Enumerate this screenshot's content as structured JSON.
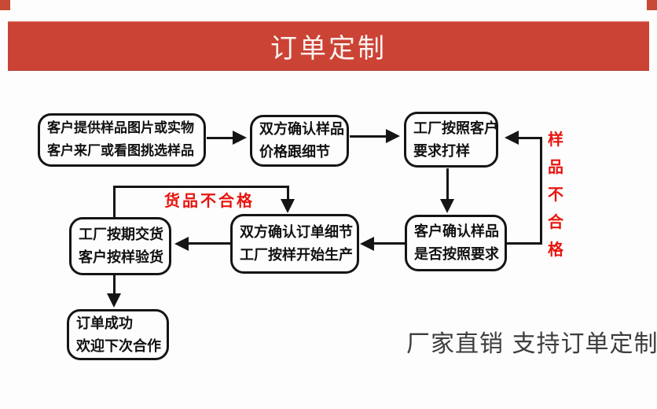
{
  "banner": {
    "title": "订单定制"
  },
  "flowchart": {
    "nodes": [
      {
        "line1": "客户提供样品图片或实物",
        "line2": "客户来厂或看图挑选样品"
      },
      {
        "line1": "双方确认样品",
        "line2": "价格跟细节"
      },
      {
        "line1": "工厂按照客户",
        "line2": "要求打样"
      },
      {
        "line1": "客户确认样品",
        "line2": "是否按照要求"
      },
      {
        "line1": "双方确认订单细节",
        "line2": "工厂按样开始生产"
      },
      {
        "line1": "工厂按期交货",
        "line2": "客户按样验货"
      },
      {
        "line1": "订单成功",
        "line2": "欢迎下次合作"
      }
    ],
    "labels": {
      "goods_fail": "货品不合格",
      "sample_fail": "样品不合格"
    }
  },
  "footer": {
    "slogan": "厂家直销 支持订单定制"
  },
  "colors": {
    "banner_red": "#cb4335",
    "label_red": "#e8140d",
    "line_black": "#151515",
    "slogan_gray": "#3d3d3d"
  }
}
